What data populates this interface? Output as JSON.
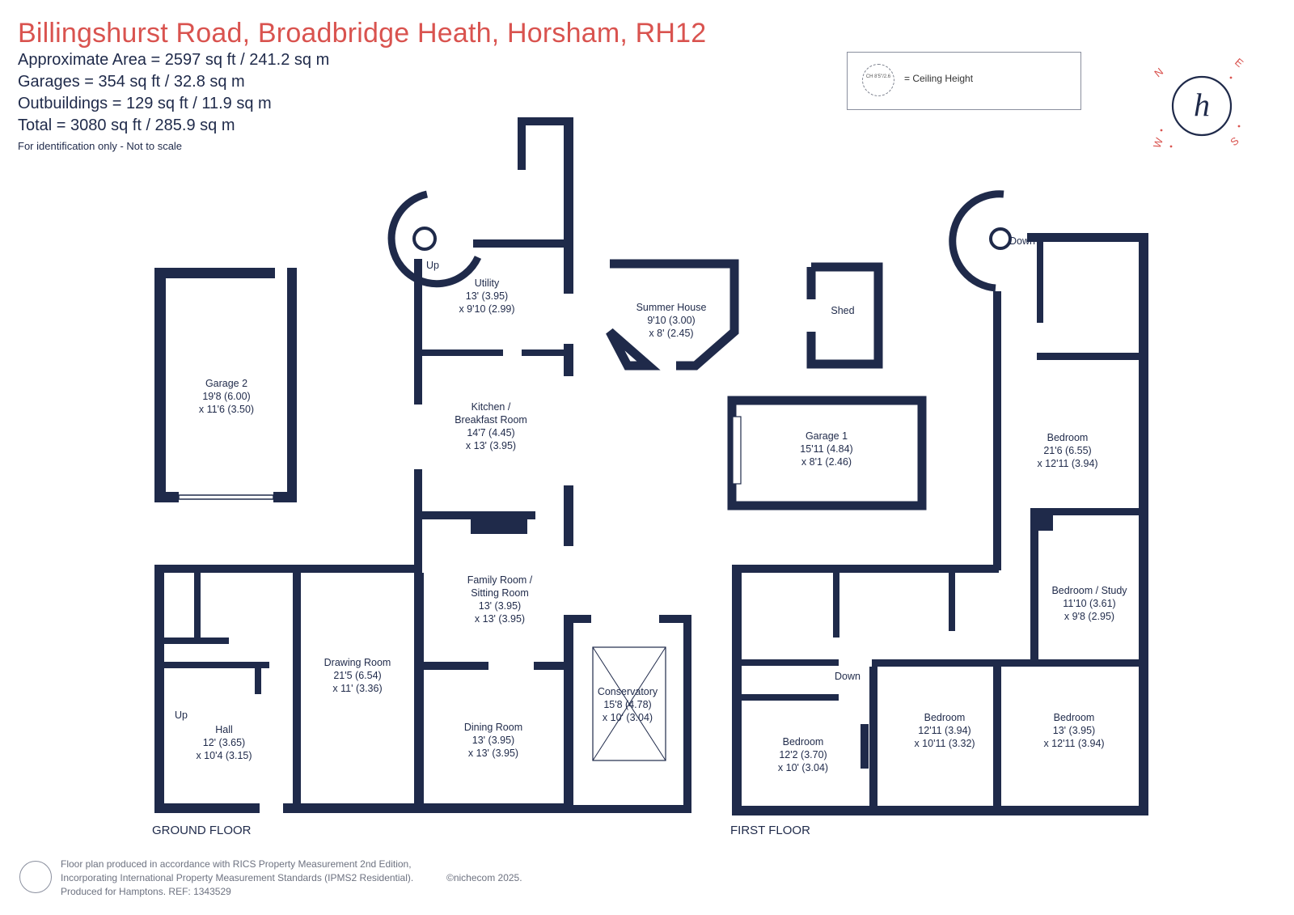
{
  "header": {
    "title": "Billingshurst Road, Broadbridge Heath, Horsham, RH12",
    "area_lines": [
      "Approximate Area = 2597 sq ft / 241.2 sq m",
      "Garages = 354 sq ft / 32.8 sq m",
      "Outbuildings = 129 sq ft / 11.9 sq m",
      "Total = 3080 sq ft / 285.9 sq m"
    ],
    "note": "For identification only - Not to scale"
  },
  "legend": {
    "symbol_text": "CH 8'5\"/2.6",
    "label": "= Ceiling Height"
  },
  "compass": {
    "n": "N",
    "e": "E",
    "s": "S",
    "w": "W",
    "logo": "h"
  },
  "floors": {
    "ground": "GROUND FLOOR",
    "first": "FIRST FLOOR"
  },
  "rooms": {
    "garage2": [
      "Garage 2",
      "19'8 (6.00)",
      "x 11'6 (3.50)"
    ],
    "utility": [
      "Utility",
      "13' (3.95)",
      "x 9'10 (2.99)"
    ],
    "kitchen": [
      "Kitchen /",
      "Breakfast Room",
      "14'7 (4.45)",
      "x 13' (3.95)"
    ],
    "family": [
      "Family Room /",
      "Sitting Room",
      "13' (3.95)",
      "x 13' (3.95)"
    ],
    "drawing": [
      "Drawing Room",
      "21'5 (6.54)",
      "x 11' (3.36)"
    ],
    "hall": [
      "Hall",
      "12' (3.65)",
      "x 10'4 (3.15)"
    ],
    "dining": [
      "Dining Room",
      "13' (3.95)",
      "x 13' (3.95)"
    ],
    "conservatory": [
      "Conservatory",
      "15'8 (4.78)",
      "x 10' (3.04)"
    ],
    "summer": [
      "Summer House",
      "9'10 (3.00)",
      "x 8' (2.45)"
    ],
    "shed": [
      "Shed"
    ],
    "garage1": [
      "Garage 1",
      "15'11 (4.84)",
      "x 8'1 (2.46)"
    ],
    "bed_main": [
      "Bedroom",
      "21'6 (6.55)",
      "x 12'11 (3.94)"
    ],
    "bed_study": [
      "Bedroom / Study",
      "11'10 (3.61)",
      "x 9'8 (2.95)"
    ],
    "bed_a": [
      "Bedroom",
      "12'2 (3.70)",
      "x 10' (3.04)"
    ],
    "bed_b": [
      "Bedroom",
      "12'11 (3.94)",
      "x 10'11 (3.32)"
    ],
    "bed_c": [
      "Bedroom",
      "13' (3.95)",
      "x 12'11 (3.94)"
    ]
  },
  "stair_labels": {
    "up_ground_tower": "Up",
    "up_hall": "Up",
    "down_tower": "Down",
    "down_landing": "Down"
  },
  "footer": {
    "lines": [
      "Floor plan produced in accordance with RICS Property Measurement 2nd Edition,",
      "Incorporating International Property Measurement Standards (IPMS2 Residential).",
      "Produced for Hamptons.   REF: 1343529"
    ],
    "copyright": "©nichecom 2025."
  },
  "colors": {
    "wall": "#1f2a4a",
    "title": "#d9534f"
  }
}
